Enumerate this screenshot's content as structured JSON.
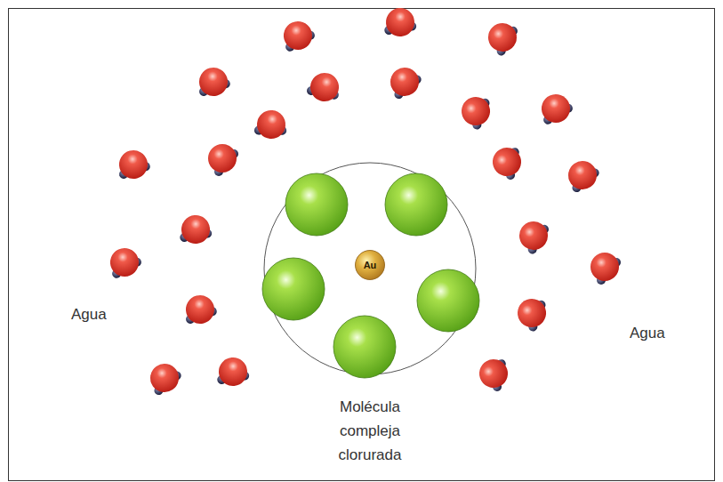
{
  "diagram": {
    "nodes": [
      {
        "text": [
          "Molécula compleja clorurada"
        ]
      },
      {
        "text": [
          "Au"
        ],
        "in": 0
      }
    ],
    "labels": [
      "Agua",
      "Agua"
    ]
  }
}
